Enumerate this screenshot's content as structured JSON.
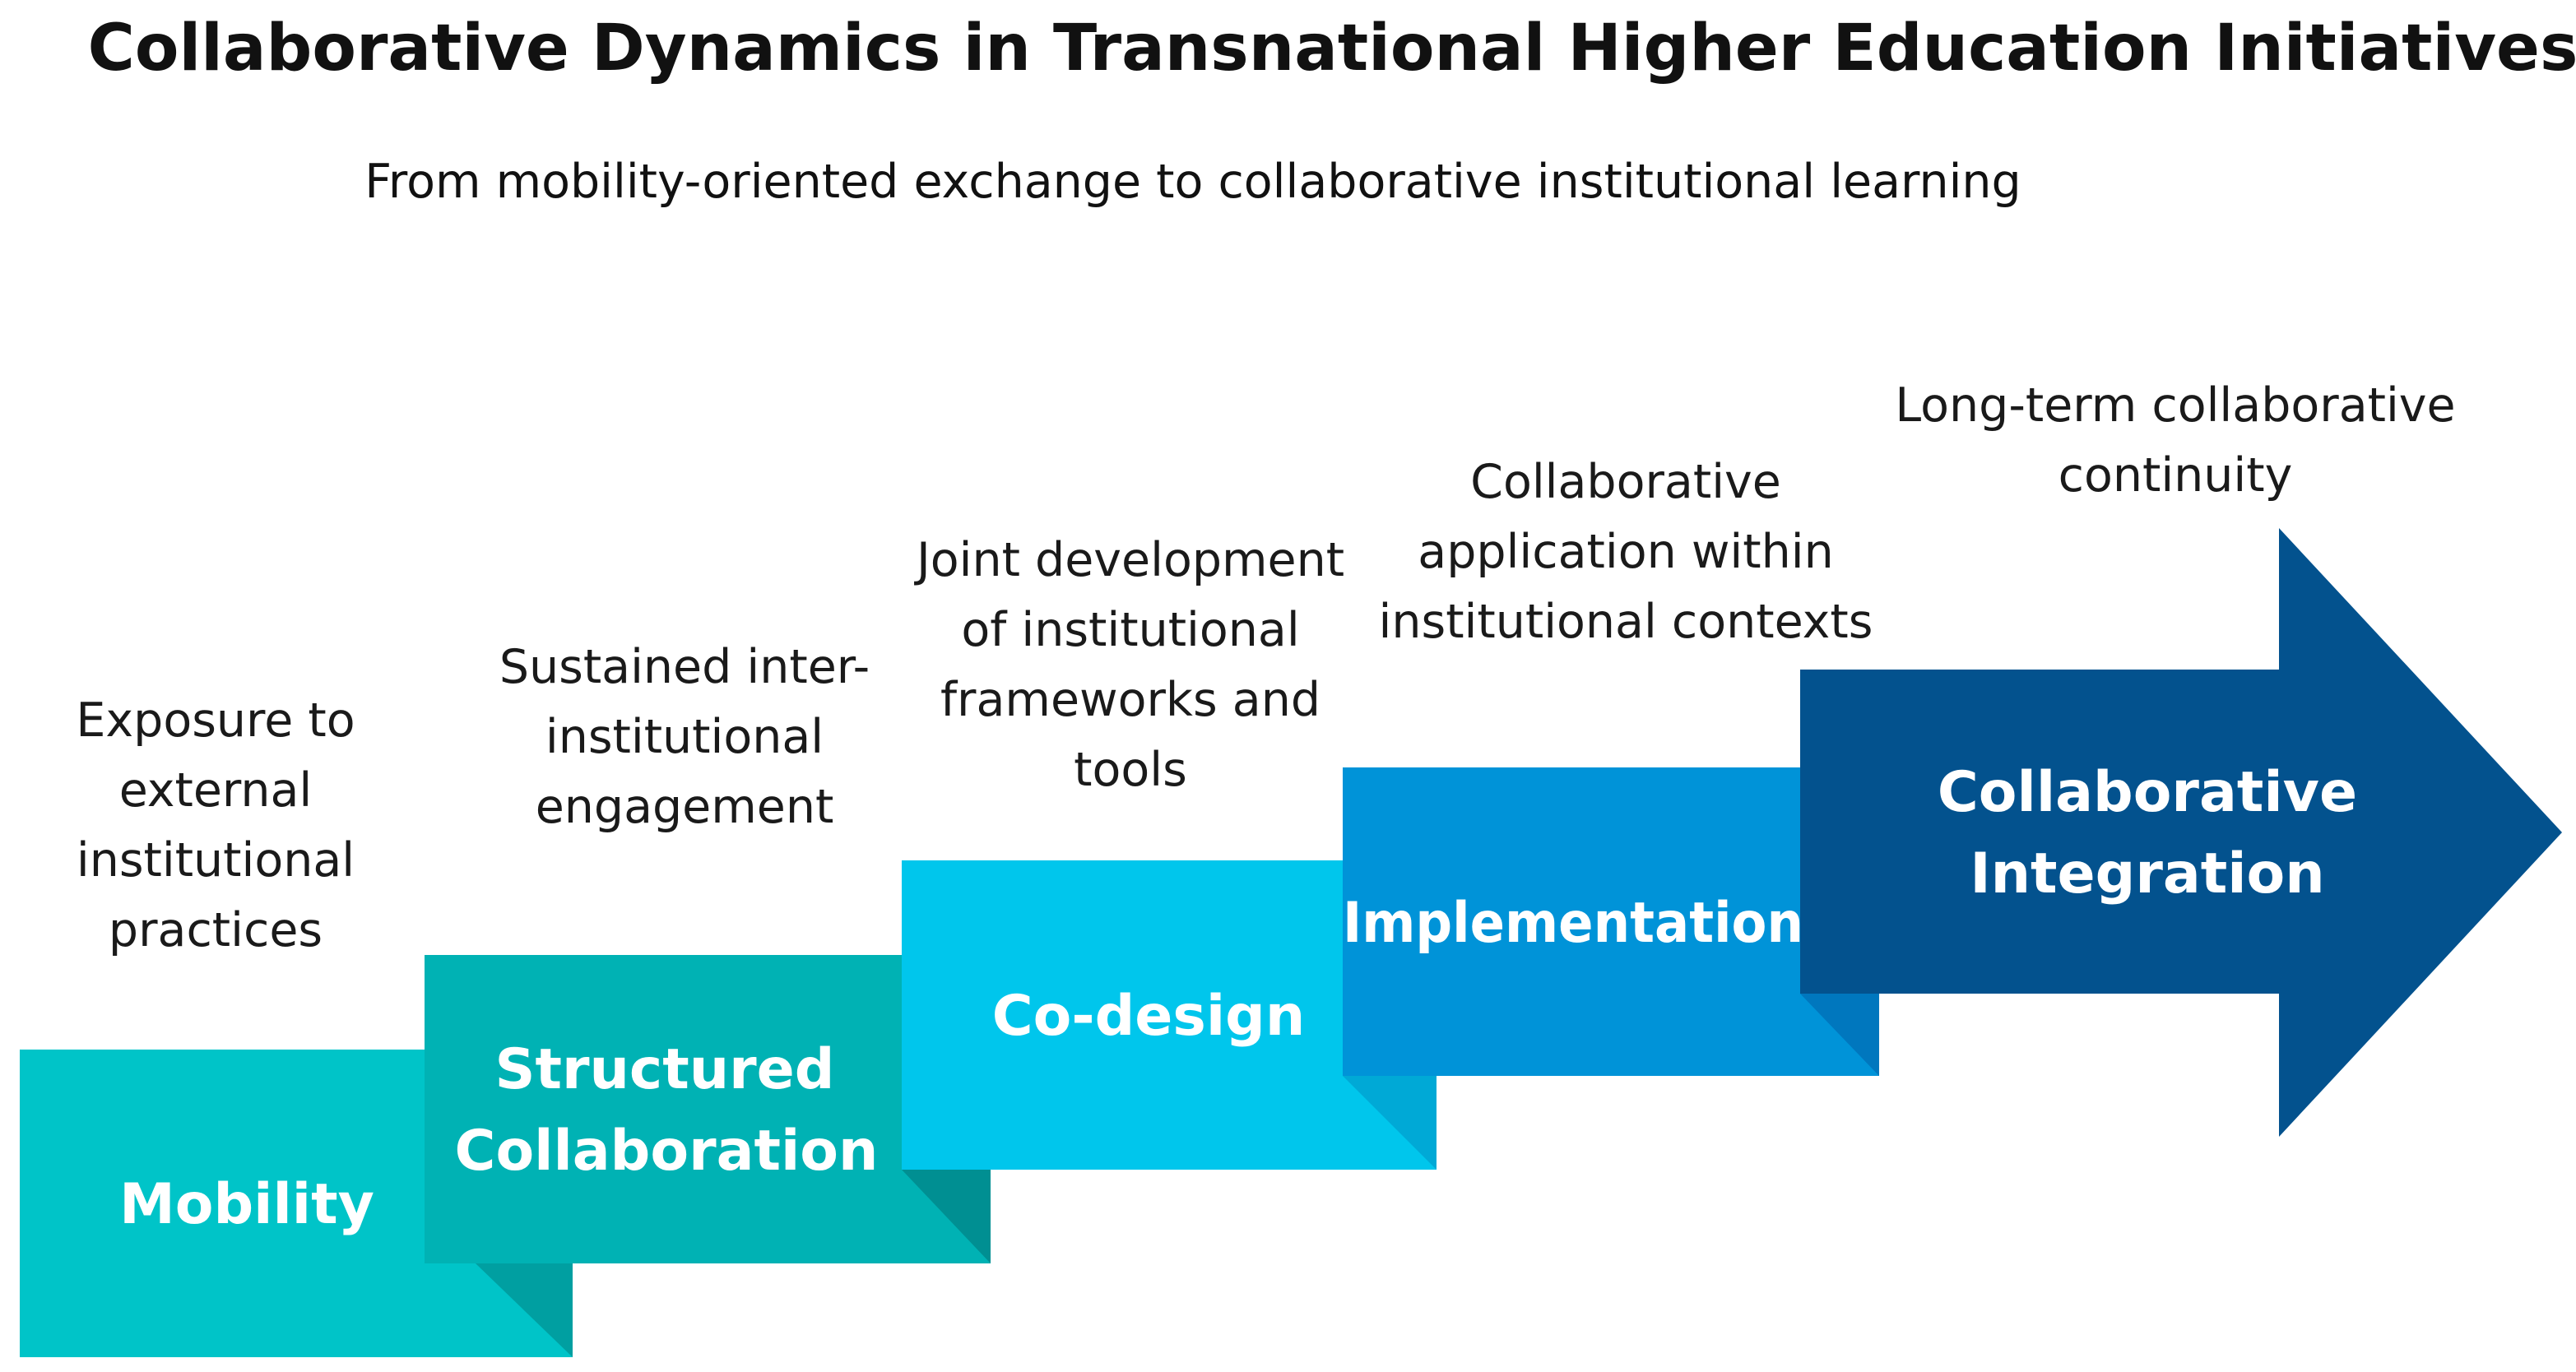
{
  "title": "Collaborative Dynamics in Transnational Higher Education Initiatives",
  "subtitle": "From mobility-oriented exchange to collaborative institutional learning",
  "steps": [
    {
      "label_lines": [
        "Mobility"
      ],
      "description_lines": [
        "Exposure to",
        "external",
        "institutional",
        "practices"
      ],
      "color": "#00C4C8"
    },
    {
      "label_lines": [
        "Structured",
        "Collaboration"
      ],
      "description_lines": [
        "Sustained inter-",
        "institutional",
        "engagement"
      ],
      "color": "#00B2B4"
    },
    {
      "label_lines": [
        "Co-design"
      ],
      "description_lines": [
        "Joint development",
        "of institutional",
        "frameworks and",
        "tools"
      ],
      "color": "#00C6EC"
    },
    {
      "label_lines": [
        "Implementation"
      ],
      "description_lines": [
        "Collaborative",
        "application within",
        "institutional contexts"
      ],
      "color": "#0093D8"
    },
    {
      "label_lines": [
        "Collaborative",
        "Integration"
      ],
      "description_lines": [
        "Long-term collaborative",
        "continuity"
      ],
      "color": "#03528E"
    }
  ]
}
